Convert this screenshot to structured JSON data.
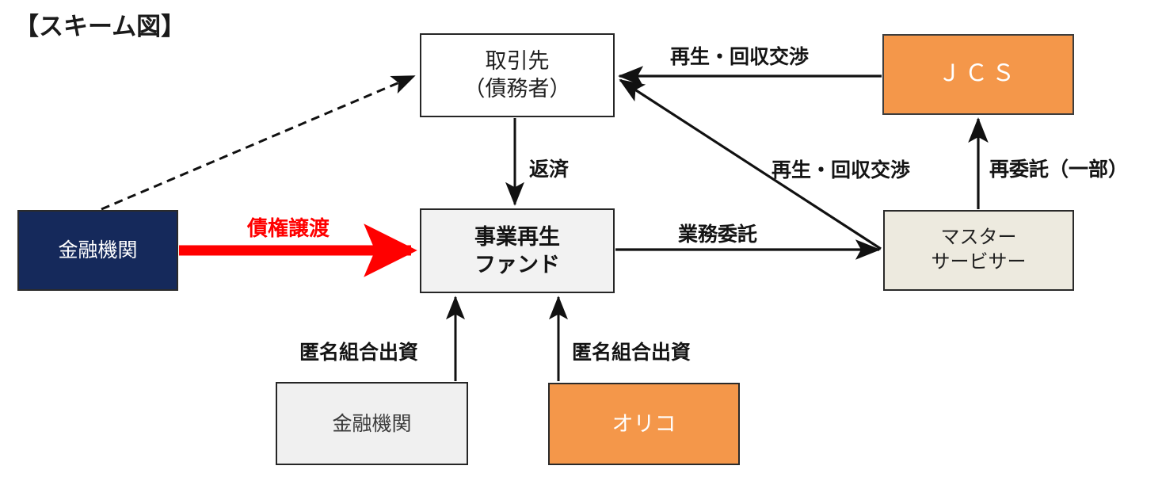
{
  "title": "【スキーム図】",
  "colors": {
    "navy": "#15295B",
    "orange": "#F4974A",
    "beige": "#EDEADF",
    "light_gray": "#F2F2F2",
    "red_accent": "#FF0000",
    "outline": "#262626"
  },
  "nodes": {
    "customer": {
      "line1": "取引先",
      "line2": "（債務者）"
    },
    "jcs": {
      "line1": "ＪＣＳ"
    },
    "bank_left": {
      "line1": "金融機関"
    },
    "fund": {
      "line1": "事業再生",
      "line2": "ファンド"
    },
    "master_servicer": {
      "line1": "マスター",
      "line2": "サービサー"
    },
    "bank_bottom": {
      "line1": "金融機関"
    },
    "orico": {
      "line1": "オリコ"
    }
  },
  "edge_labels": {
    "saisei_kaishu_top": "再生・回収交渉",
    "hensai": "返済",
    "saisei_kaishu_mid": "再生・回収交渉",
    "saiitaku_ichibu": "再委託（一部）",
    "saiken_joto": "債権譲渡",
    "gyomu_itaku": "業務委託",
    "tokumei_kumiai_shusshi_1": "匿名組合出資",
    "tokumei_kumiai_shusshi_2": "匿名組合出資"
  }
}
